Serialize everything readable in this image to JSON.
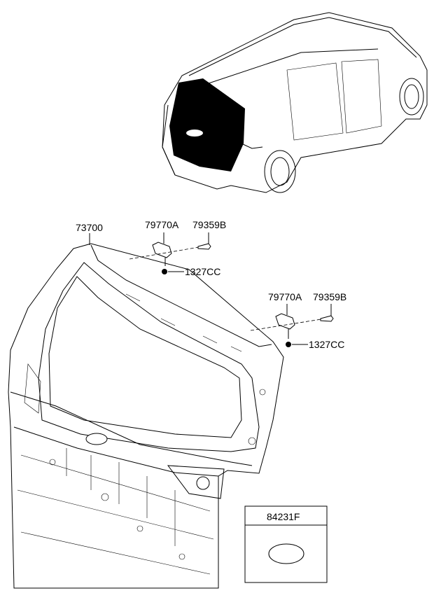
{
  "diagram": {
    "title": "Tail Gate parts diagram",
    "labels": {
      "tailgate": "73700",
      "hinge_left": "79770A",
      "bolt_left": "79359B",
      "nut_left": "1327CC",
      "hinge_right": "79770A",
      "bolt_right": "79359B",
      "nut_right": "1327CC",
      "emblem": "84231F"
    }
  }
}
